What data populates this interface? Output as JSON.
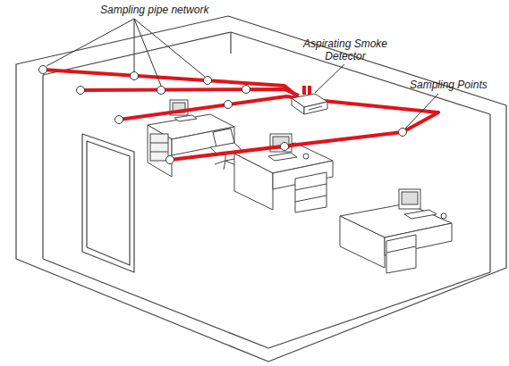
{
  "diagram": {
    "labels": [
      "Sampling pipe network",
      "Aspirating Smoke Detector",
      "Sampling Points"
    ]
  }
}
